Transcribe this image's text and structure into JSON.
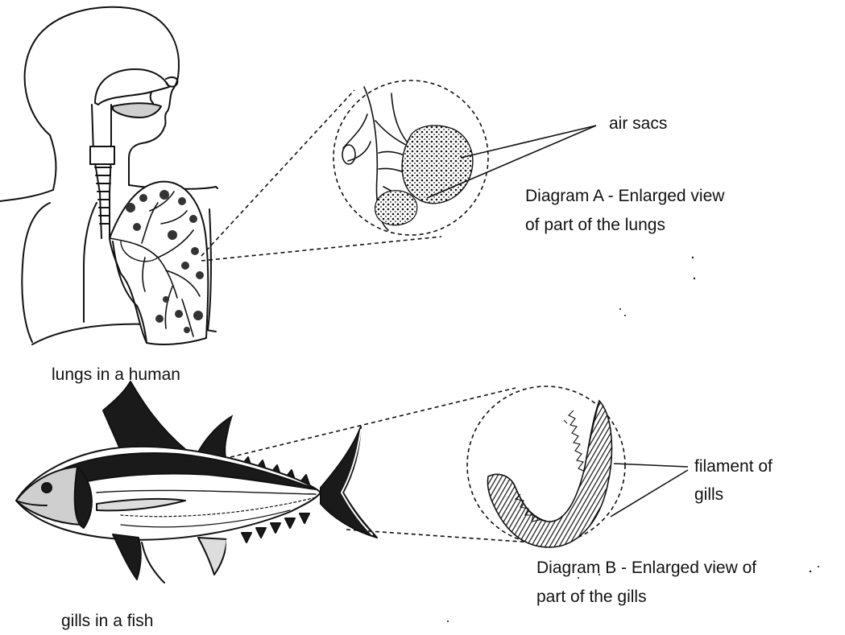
{
  "labels": {
    "air_sacs": "air sacs",
    "diagram_a_line1": "Diagram A - Enlarged view",
    "diagram_a_line2": "of part of the lungs",
    "lungs_caption": "lungs in a human",
    "filament_line1": "filament of",
    "filament_line2": "gills",
    "diagram_b_line1": "Diagram B - Enlarged view of",
    "diagram_b_line2": "part of the gills",
    "gills_caption": "gills in a fish"
  },
  "colors": {
    "ink": "#111111",
    "paper": "#ffffff",
    "shade": "#2a2a2a"
  }
}
